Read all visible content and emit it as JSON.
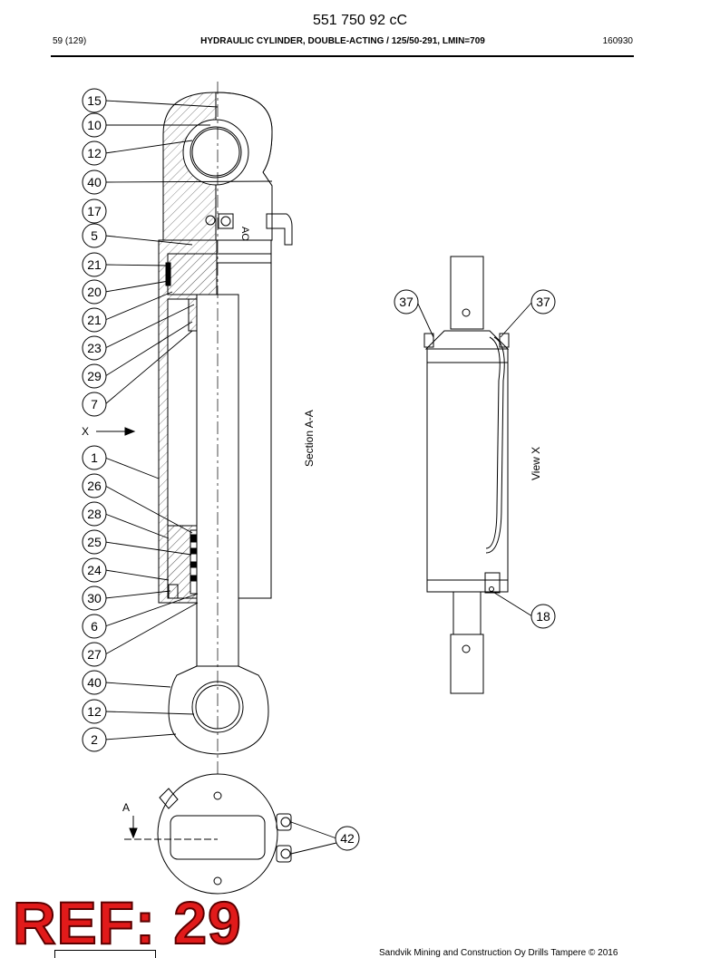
{
  "document": {
    "title": "551 750 92 cC",
    "page": "59 (129)",
    "heading": "HYDRAULIC CYLINDER, DOUBLE-ACTING / 125/50-291, LMIN=709",
    "code": "160930",
    "footer": "Sandvik Mining and Construction Oy Drills Tampere © 2016"
  },
  "stamp": {
    "text": "REF: 29",
    "color": "#e11a1a"
  },
  "drawing": {
    "section_label": "Section A-A",
    "view_label": "View X",
    "arrow_x_label": "X",
    "arrow_a_label": "A",
    "port_label": "AO"
  },
  "callouts": {
    "section": [
      "15",
      "10",
      "12",
      "40",
      "17",
      "5",
      "21",
      "20",
      "21",
      "23",
      "29",
      "7",
      "1",
      "26",
      "28",
      "25",
      "24",
      "30",
      "6",
      "27",
      "40",
      "12",
      "2"
    ],
    "view": [
      "37",
      "37",
      "18"
    ],
    "end": [
      "42"
    ]
  }
}
